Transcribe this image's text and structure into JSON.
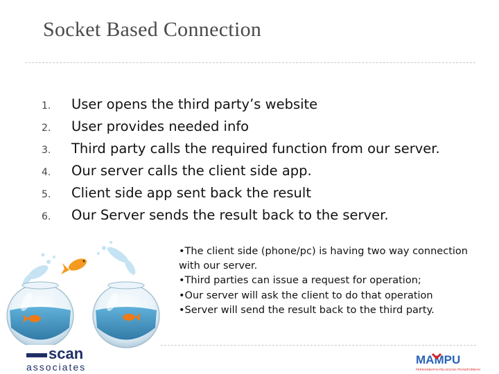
{
  "title": "Socket Based Connection",
  "steps": [
    {
      "num": "1.",
      "text": "User opens the third party’s website"
    },
    {
      "num": "2.",
      "text": "User provides needed info"
    },
    {
      "num": "3.",
      "text": "Third party calls the required function from our server."
    },
    {
      "num": "4.",
      "text": "Our server calls the client side app."
    },
    {
      "num": "5.",
      "text": "Client side app sent back the result"
    },
    {
      "num": "6.",
      "text": "Our Server sends the result back to the server."
    }
  ],
  "notes": [
    "•The client side (phone/pc) is having two way connection with our server.",
    "•Third parties can issue a request for operation;",
    "•Our server will ask the client to do that operation",
    "•Server will send the result back to the third party."
  ],
  "logo_left": {
    "big": "scan",
    "small": "associates"
  },
  "logo_right": {
    "name": "MAMPU",
    "tagline": "PERKHIDMATAN PELAKSANA TRANSFORMASI"
  },
  "colors": {
    "title": "#4a4a4a",
    "logo_blue": "#1f2f66",
    "mampu_blue": "#2a62b8",
    "mampu_red": "#d3232a",
    "fish": "#f07a17"
  }
}
